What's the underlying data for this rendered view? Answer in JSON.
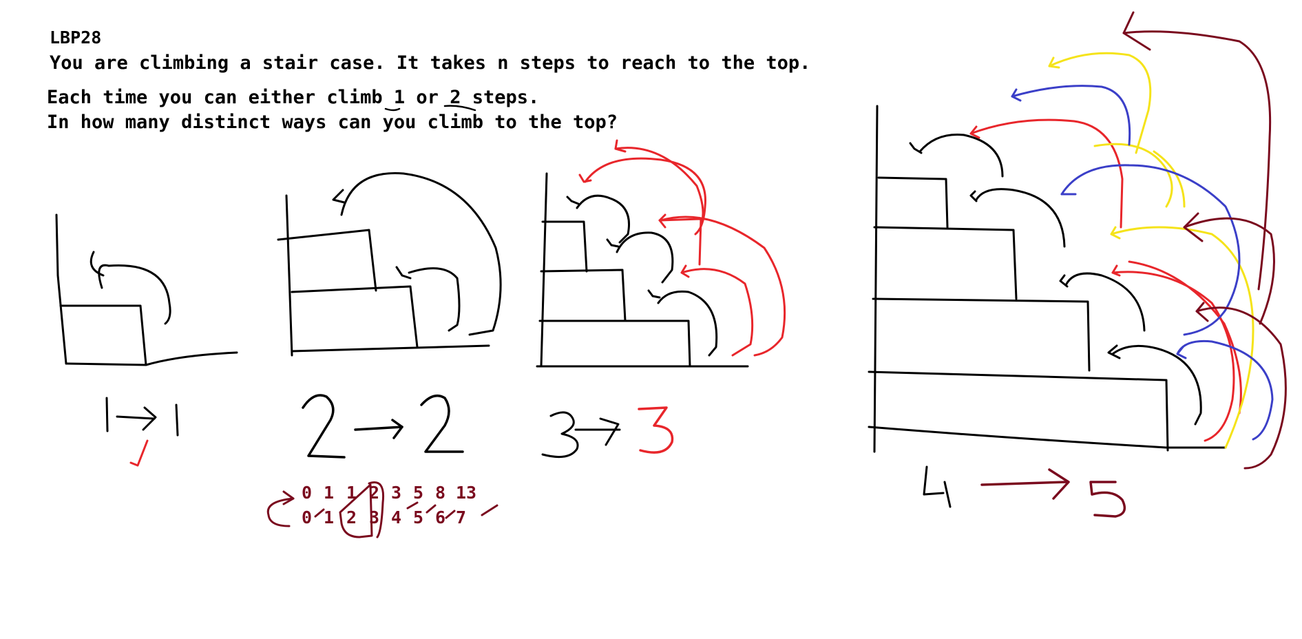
{
  "problem": {
    "id": "LBP28",
    "line1": "You are climbing a stair case. It takes n steps to reach to the top.",
    "line2": "Each time you can either climb 1 or 2 steps.",
    "line3": "In how many distinct ways can you climb to the top?"
  },
  "results": {
    "n1": "1",
    "w1": "1",
    "n2": "2",
    "w2": "2",
    "n3": "3",
    "w3": "3",
    "n4": "4",
    "w4": "5"
  },
  "sequence": {
    "fib": [
      "0",
      "1",
      "1",
      "2",
      "3",
      "5",
      "8",
      "13"
    ],
    "index": [
      "0",
      "1",
      "2",
      "3",
      "4",
      "5",
      "6",
      "7"
    ]
  },
  "colors": {
    "ink": "#000000",
    "red": "#e8262b",
    "maroon": "#7a0a1e",
    "blue": "#3b3fc8",
    "yellow": "#f5e31a"
  }
}
